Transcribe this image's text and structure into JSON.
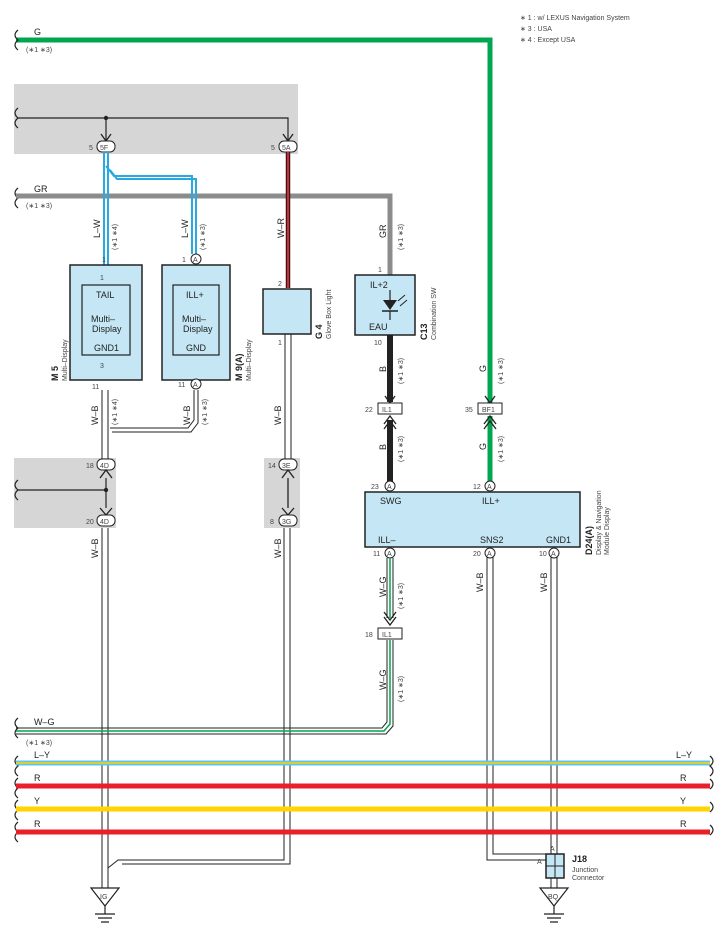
{
  "notes": [
    "∗ 1 : w/ LEXUS Navigation System",
    "∗ 3 : USA",
    "∗ 4 : Except USA"
  ],
  "wires": {
    "g_top": "G",
    "g_top_note": "(∗1 ∗3)",
    "gr_left": "GR",
    "gr_left_note": "(∗1 ∗3)",
    "lw_left": "L–W",
    "lw_left_note": "(∗1 ∗4)",
    "lw_right": "L–W",
    "lw_right_note": "(∗1 ∗3)",
    "wr": "W–R",
    "gr_vert": "GR",
    "gr_vert_note": "(∗1 ∗3)",
    "b_1": "B",
    "b_1_note": "(∗1 ∗3)",
    "b_2": "B",
    "b_2_note": "(∗1 ∗3)",
    "g_v1": "G",
    "g_v1_note": "(∗1 ∗3)",
    "g_v2": "G",
    "g_v2_note": "(∗1 ∗3)",
    "wb_1": "W–B",
    "wb_1_note": "(∗1 ∗4)",
    "wb_2": "W–B",
    "wb_2_note": "(∗1 ∗3)",
    "wb_3": "W–B",
    "wb_4": "W–B",
    "wb_5": "W–B",
    "wb_6": "W–B",
    "wb_7": "W–B",
    "wg_1": "W–G",
    "wg_1_note": "(∗1 ∗3)",
    "wg_2": "W–G",
    "wg_2_note": "(∗1 ∗3)",
    "wg_bus": "W–G",
    "wg_bus_note": "(∗1 ∗3)",
    "ly_l": "L–Y",
    "ly_r": "L–Y",
    "r1_l": "R",
    "r1_r": "R",
    "y_l": "Y",
    "y_r": "Y",
    "r2_l": "R",
    "r2_r": "R"
  },
  "connectors": {
    "5F": "5F",
    "5A": "5A",
    "4D_a": "4D",
    "4D_b": "4D",
    "3E": "3E",
    "3G": "3G",
    "IL1_a": "IL1",
    "IL1_b": "IL1",
    "BF1": "BF1",
    "A": "A",
    "IG": "IG",
    "BQ": "BQ"
  },
  "pins": {
    "p5": "5",
    "p5b": "5",
    "p1a": "1",
    "p1b": "1",
    "p2": "2",
    "p1c": "1",
    "p1d": "1",
    "p3": "3",
    "p11a": "11",
    "p11b": "11",
    "p1e": "1",
    "p10": "10",
    "p22": "22",
    "p35": "35",
    "p18": "18",
    "p20": "20",
    "p14": "14",
    "p8": "8",
    "p23": "23",
    "p12": "12",
    "p11c": "11",
    "p20b": "20",
    "p10b": "10",
    "p18b": "18",
    "jA1": "A",
    "jA2": "A"
  },
  "components": {
    "m5": {
      "id": "M 5",
      "name": "Multi–Display",
      "pin1": "TAIL",
      "body1": "Multi–",
      "body2": "Display",
      "pin3": "GND1"
    },
    "m9": {
      "id": "M 9(A)",
      "name": "Multi–Display",
      "pin1": "ILL+",
      "body1": "Multi–",
      "body2": "Display",
      "pin3": "GND"
    },
    "g4": {
      "id": "G 4",
      "name": "Glove Box Light"
    },
    "c13": {
      "id": "C13",
      "name": "Combination SW",
      "pin1": "IL+2",
      "pin2": "EAU"
    },
    "d24": {
      "id": "D24(A)",
      "name1": "Display & Navigation",
      "name2": "Module Display",
      "swg": "SWG",
      "illp": "ILL+",
      "illm": "ILL–",
      "sns2": "SNS2",
      "gnd1": "GND1"
    },
    "j18": {
      "id": "J18",
      "name1": "Junction",
      "name2": "Connector"
    }
  },
  "colors": {
    "green": "#00a64f",
    "grey": "#8c8c8c",
    "blue": "#2aa9e0",
    "red": "#e8202a",
    "yellow": "#ffd400",
    "ly_blue": "#5fc4ec",
    "highlight": "#d6d6d6",
    "box": "#c5e6f5"
  }
}
